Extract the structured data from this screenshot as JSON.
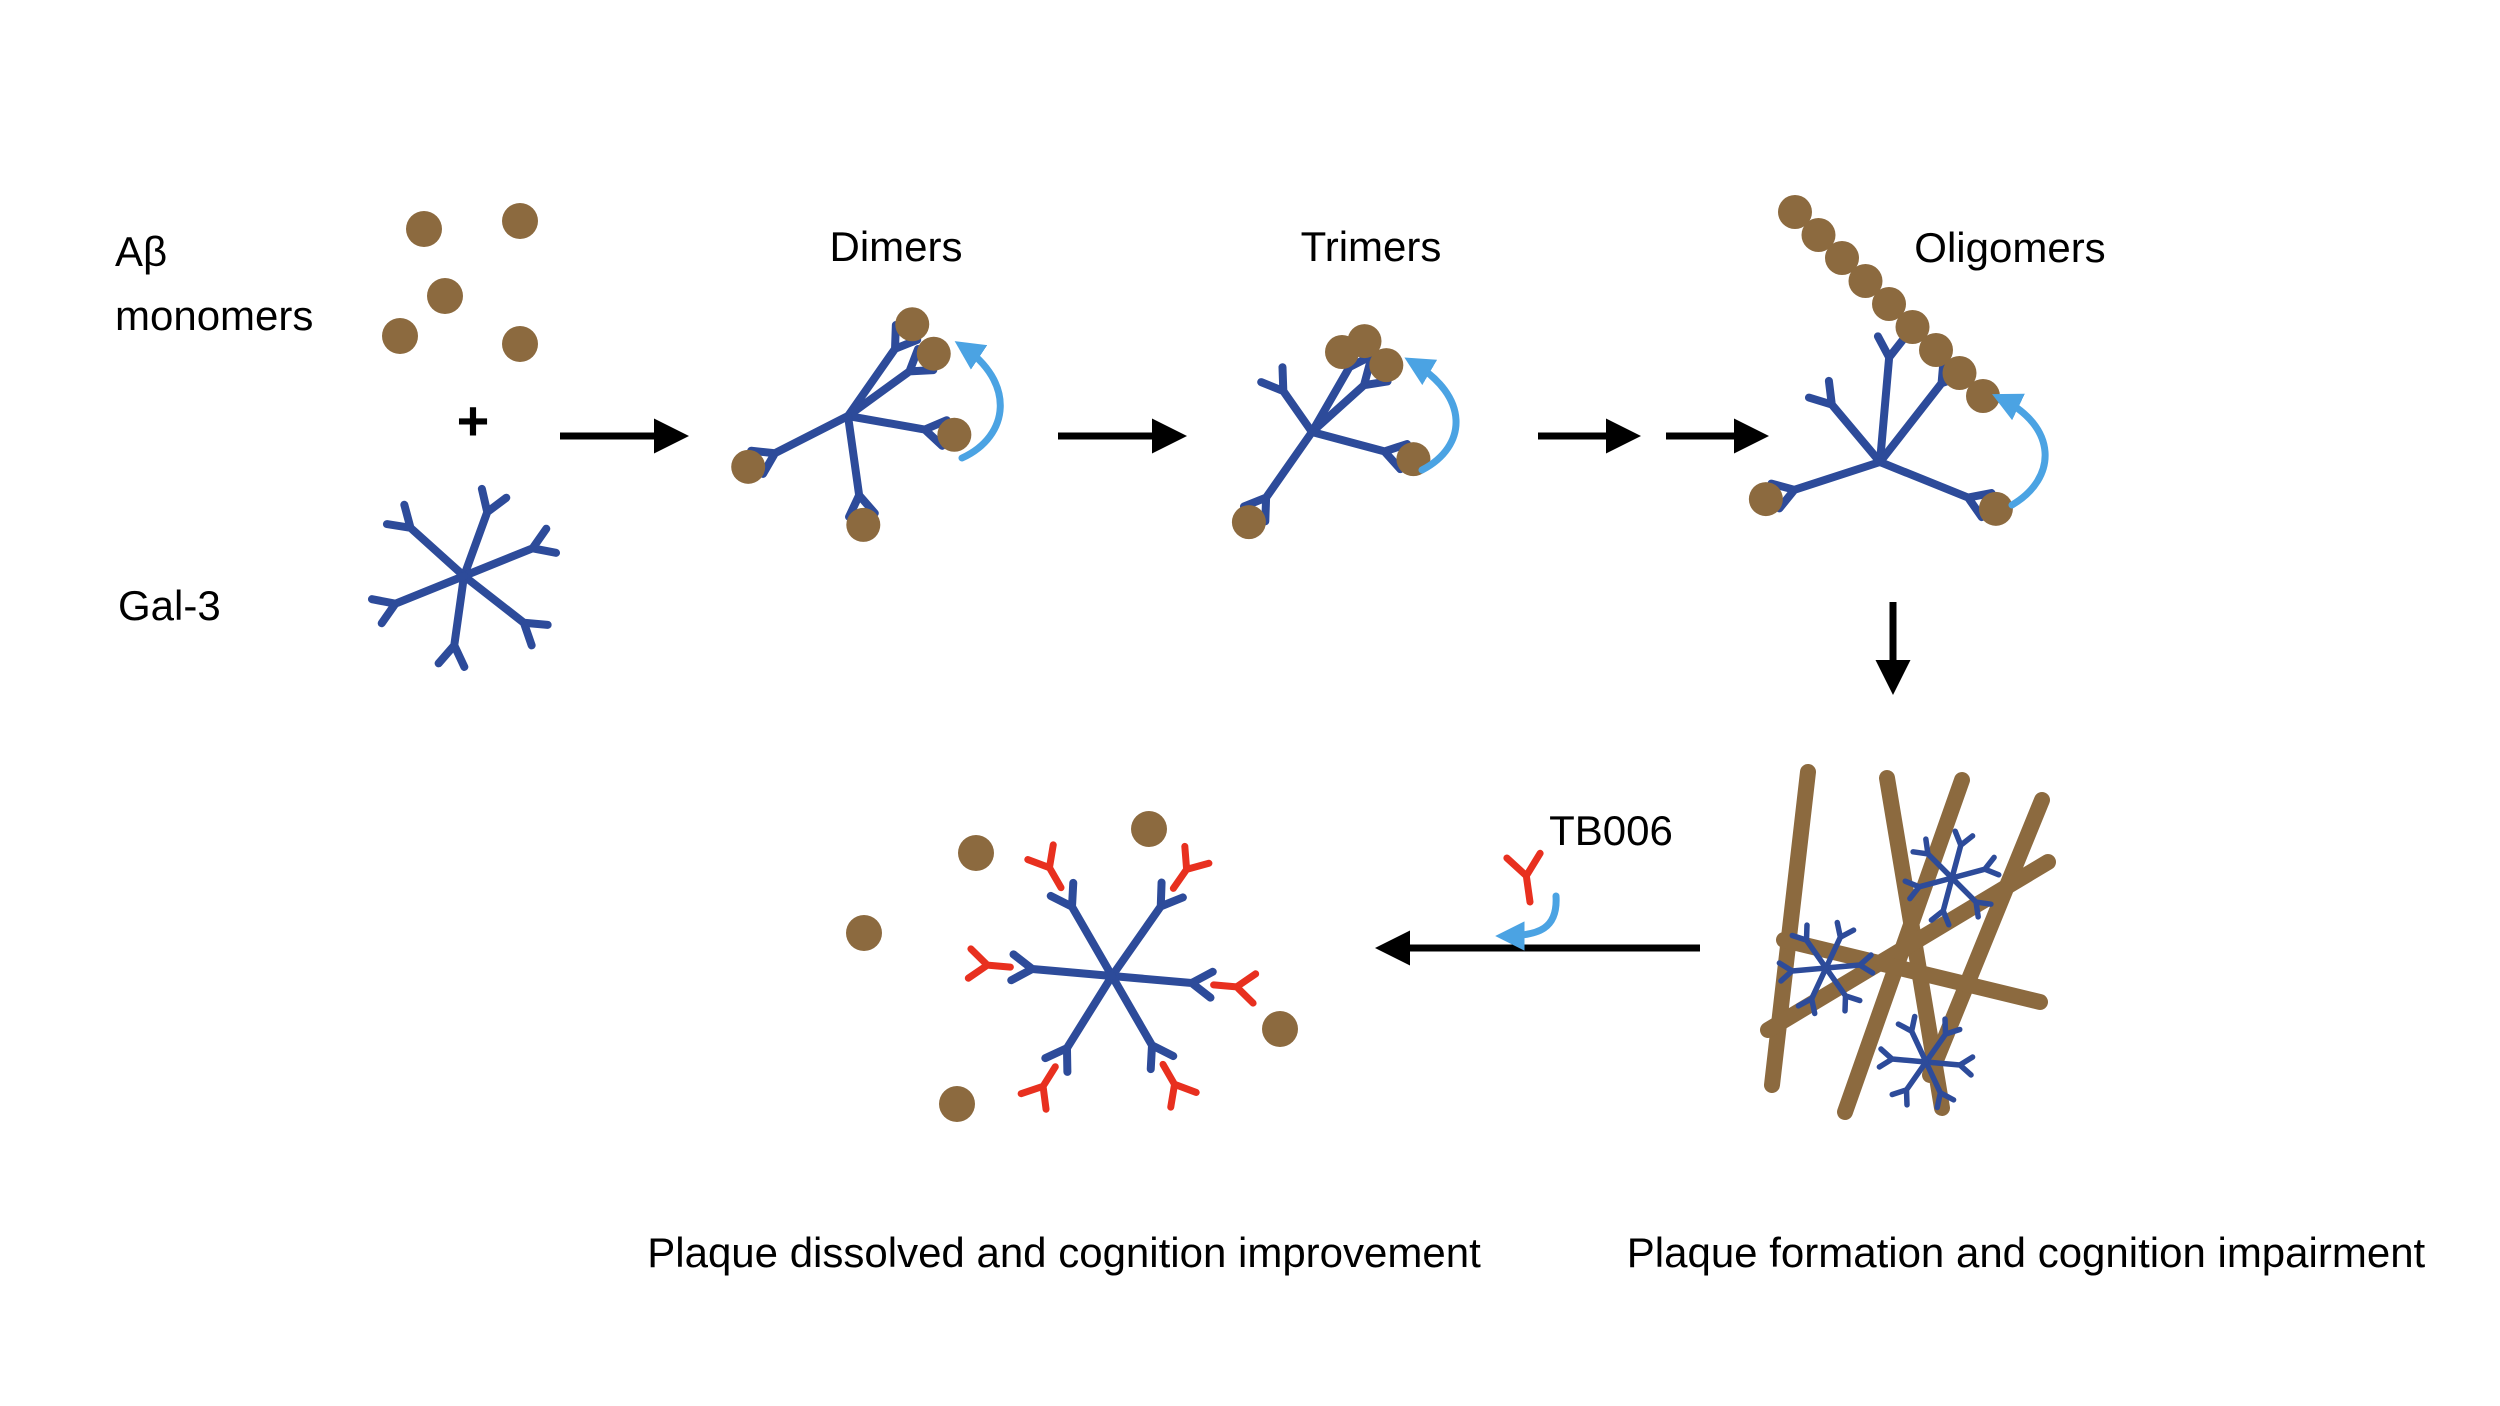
{
  "figure": {
    "labels": {
      "ab_line1": "Aβ",
      "ab_line2": "monomers",
      "plus": "+",
      "gal3": "Gal-3",
      "dimers": "Dimers",
      "trimers": "Trimers",
      "oligomers": "Oligomers",
      "tb006": "TB006",
      "caption_dissolved": "Plaque dissolved and cognition improvement",
      "caption_formation": "Plaque formation and cognition impairment"
    },
    "colors": {
      "monomer_brown": "#8C6A3F",
      "gal3_blue": "#2D4B9A",
      "antibody_red": "#E8301F",
      "growth_arrow_blue": "#4BA3E3",
      "ink": "#000000",
      "background": "#FFFFFF"
    },
    "icons": {
      "monomer": "brown-circle",
      "gal3": "blue-multi-arm-lectin",
      "antibody": "red-y-antibody",
      "fibril": "brown-rod",
      "growth_arrow": "curved-blue-arrow",
      "flow_arrow": "black-straight-arrow"
    }
  }
}
